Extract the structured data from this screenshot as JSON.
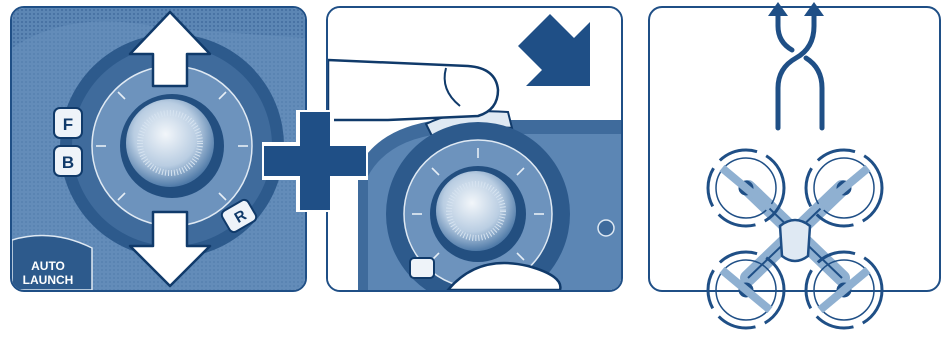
{
  "left_panel": {
    "button_forward": "F",
    "button_back": "B",
    "button_reset": "R",
    "auto_launch_line1": "AUTO",
    "auto_launch_line2": "LAUNCH"
  },
  "colors": {
    "brand_blue": "#1f4f86",
    "light_blue": "#dfe9f3",
    "mid_blue": "#8fb0d1",
    "dark_blue": "#103a6a"
  }
}
